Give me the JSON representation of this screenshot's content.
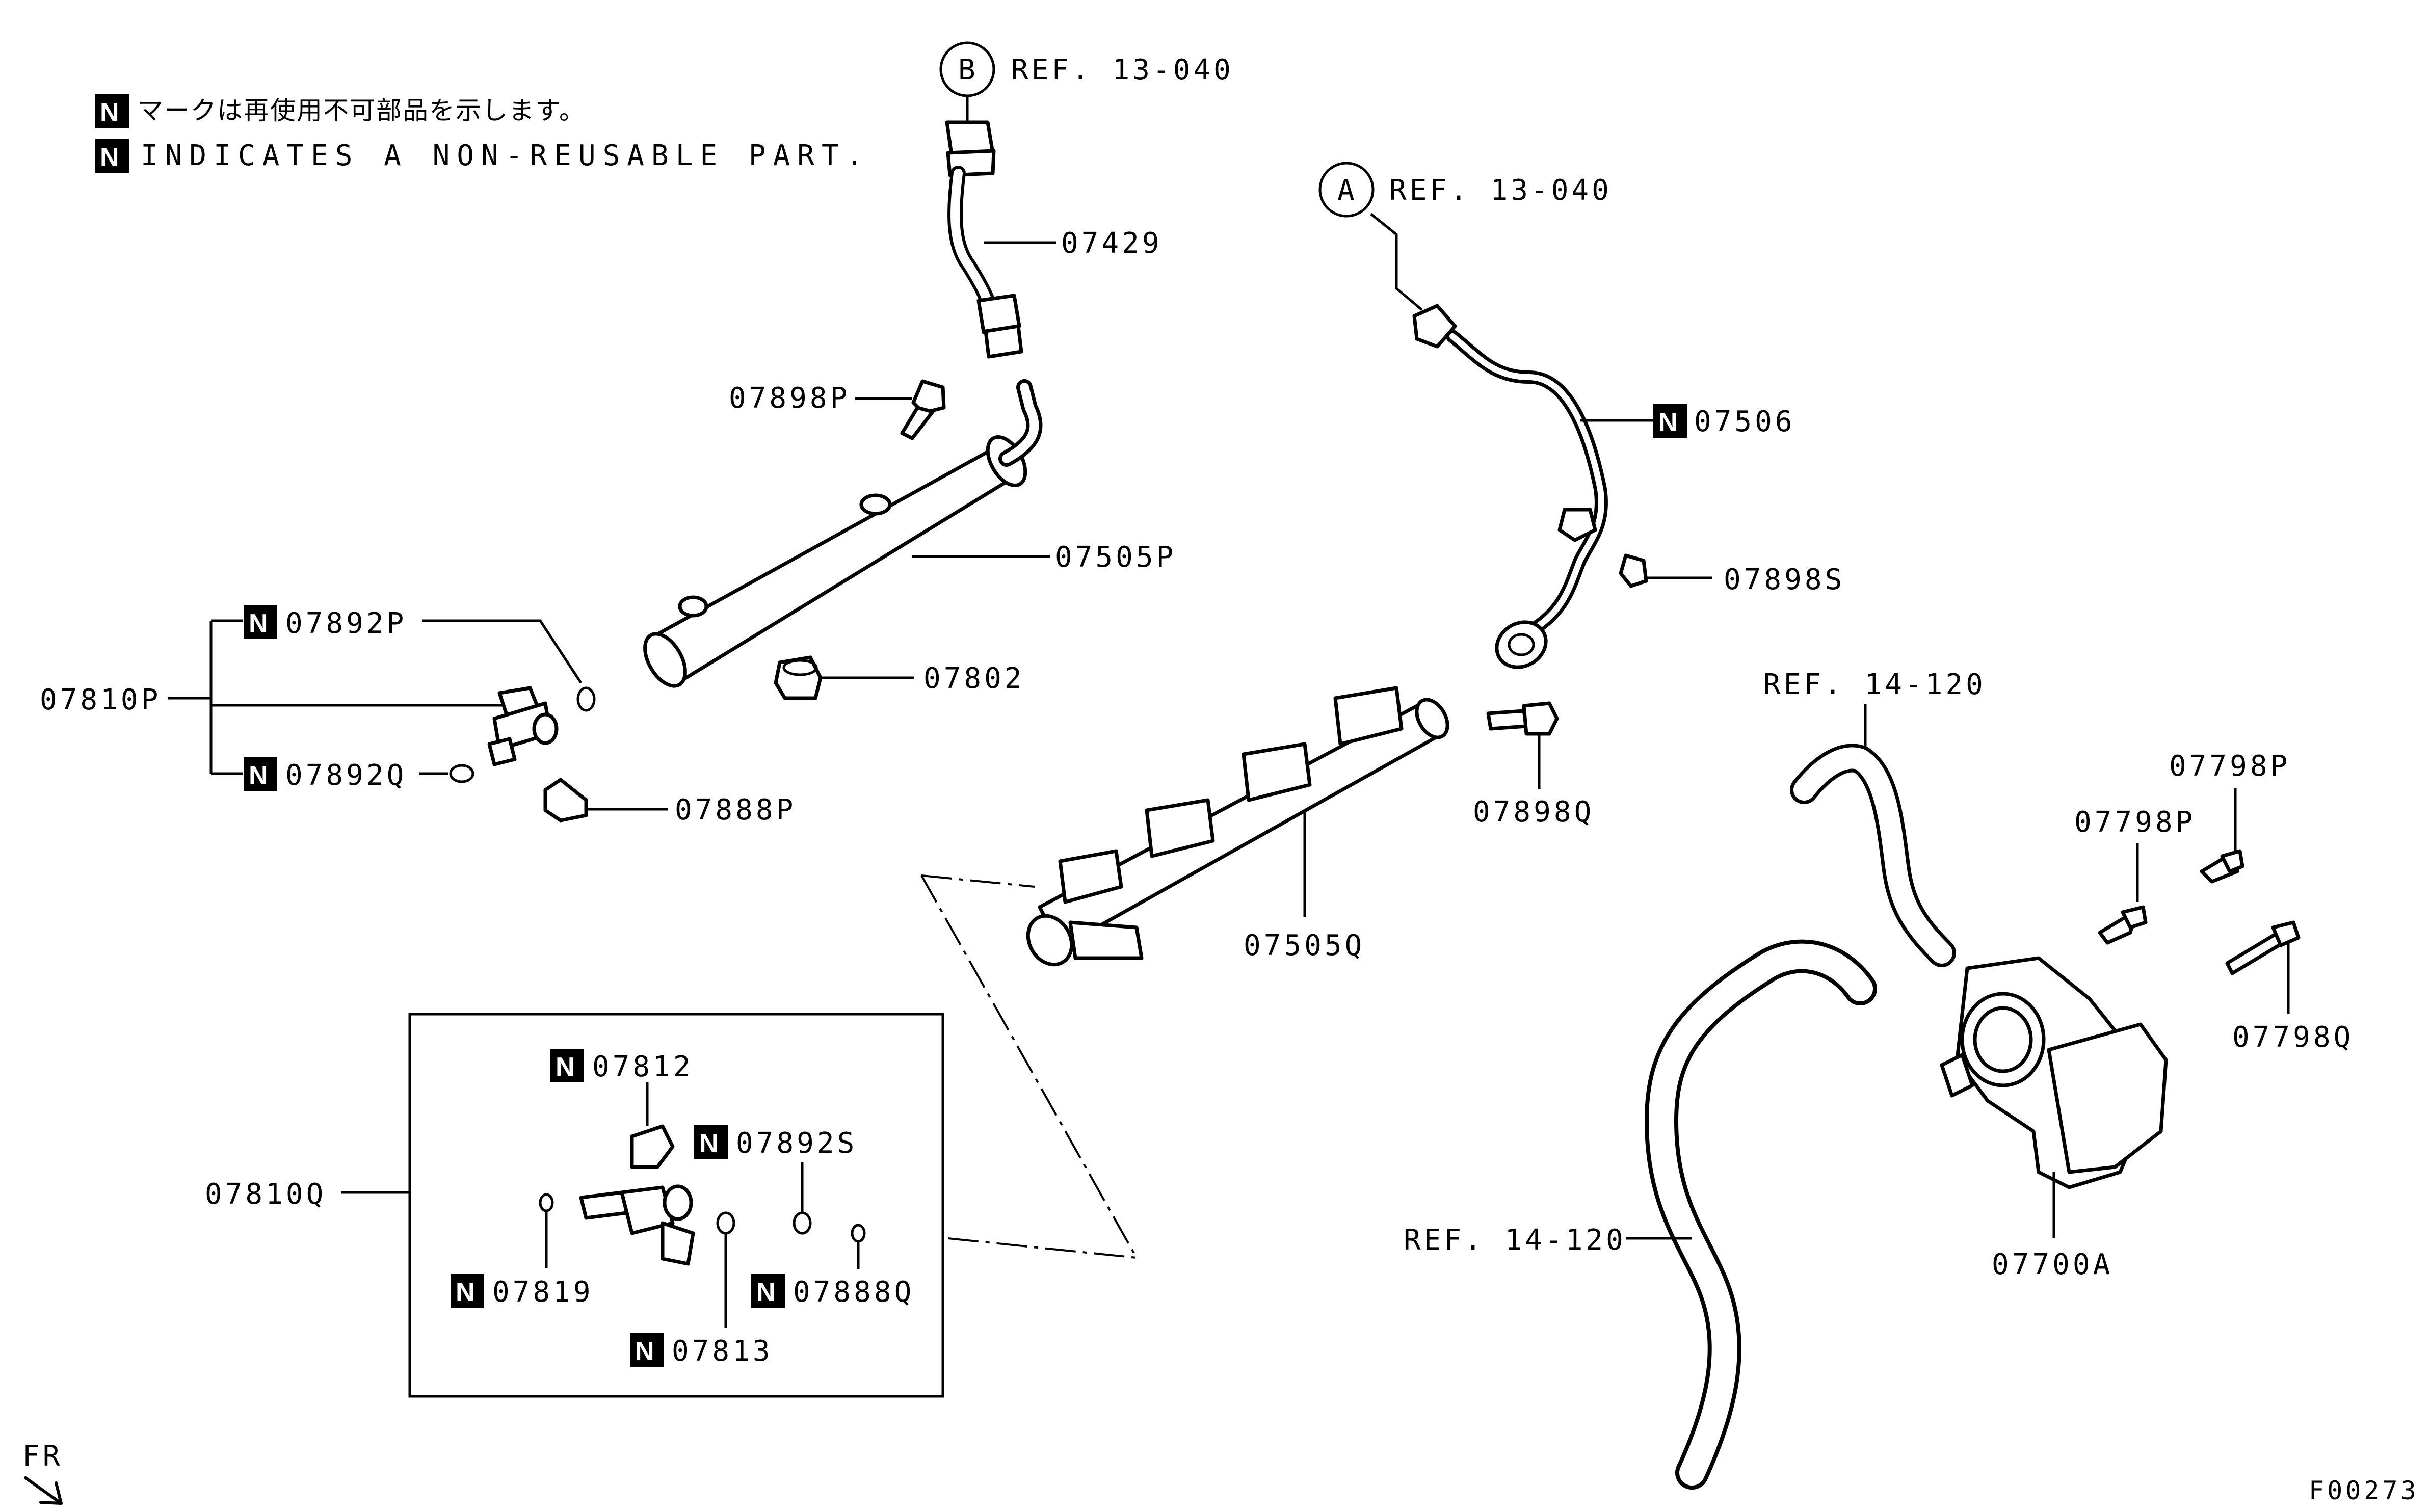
{
  "notes": {
    "jp": "マークは再使用不可部品を示します。",
    "en": "INDICATES A NON-REUSABLE PART.",
    "n_mark": "N"
  },
  "refs": {
    "b_circle": "B",
    "b_ref": "REF. 13-040",
    "a_circle": "A",
    "a_ref": "REF. 13-040",
    "hose_upper": "REF. 14-120",
    "hose_lower": "REF. 14-120"
  },
  "labels": {
    "p07429": "07429",
    "p07898P": "07898P",
    "p07505P": "07505P",
    "p07506": "07506",
    "p07898S": "07898S",
    "p07892P": "07892P",
    "p07810P": "07810P",
    "p07892Q": "07892Q",
    "p07802": "07802",
    "p07888P": "07888P",
    "p07898Q": "07898Q",
    "p07505Q": "07505Q",
    "p07798P_a": "07798P",
    "p07798P_b": "07798P",
    "p07798Q": "07798Q",
    "p07812": "07812",
    "p07892S": "07892S",
    "p07810Q": "07810Q",
    "p07819": "07819",
    "p07888Q": "07888Q",
    "p07813": "07813",
    "p07700A": "07700A"
  },
  "direction_label": "FR",
  "figure_code": "F00273"
}
